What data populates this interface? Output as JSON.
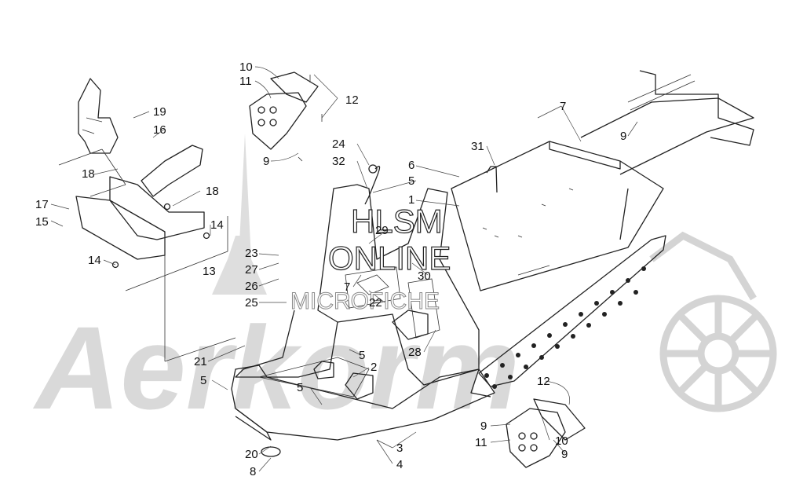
{
  "watermarks": {
    "logo": "Aerkorm",
    "hlsm": "HLSM",
    "online": "ONLINE",
    "microfiche": "MICROFICHE"
  },
  "callouts": [
    {
      "id": "c10a",
      "text": "10"
    },
    {
      "id": "c11a",
      "text": "11"
    },
    {
      "id": "c12a",
      "text": "12"
    },
    {
      "id": "c9a",
      "text": "9"
    },
    {
      "id": "c19",
      "text": "19"
    },
    {
      "id": "c16",
      "text": "16"
    },
    {
      "id": "c18a",
      "text": "18"
    },
    {
      "id": "c18b",
      "text": "18"
    },
    {
      "id": "c17",
      "text": "17"
    },
    {
      "id": "c15",
      "text": "15"
    },
    {
      "id": "c14a",
      "text": "14"
    },
    {
      "id": "c14b",
      "text": "14"
    },
    {
      "id": "c13",
      "text": "13"
    },
    {
      "id": "c24",
      "text": "24"
    },
    {
      "id": "c32",
      "text": "32"
    },
    {
      "id": "c6",
      "text": "6"
    },
    {
      "id": "c5a",
      "text": "5"
    },
    {
      "id": "c1",
      "text": "1"
    },
    {
      "id": "c31",
      "text": "31"
    },
    {
      "id": "c7a",
      "text": "7"
    },
    {
      "id": "c9b",
      "text": "9"
    },
    {
      "id": "c23",
      "text": "23"
    },
    {
      "id": "c27",
      "text": "27"
    },
    {
      "id": "c26",
      "text": "26"
    },
    {
      "id": "c25",
      "text": "25"
    },
    {
      "id": "c29",
      "text": "29"
    },
    {
      "id": "c30",
      "text": "30"
    },
    {
      "id": "c7b",
      "text": "7"
    },
    {
      "id": "c22",
      "text": "22"
    },
    {
      "id": "c28",
      "text": "28"
    },
    {
      "id": "c5b",
      "text": "5"
    },
    {
      "id": "c2",
      "text": "2"
    },
    {
      "id": "c21",
      "text": "21"
    },
    {
      "id": "c5c",
      "text": "5"
    },
    {
      "id": "c5d",
      "text": "5"
    },
    {
      "id": "c20",
      "text": "20"
    },
    {
      "id": "c8",
      "text": "8"
    },
    {
      "id": "c3",
      "text": "3"
    },
    {
      "id": "c4",
      "text": "4"
    },
    {
      "id": "c12b",
      "text": "12"
    },
    {
      "id": "c9c",
      "text": "9"
    },
    {
      "id": "c10b",
      "text": "10"
    },
    {
      "id": "c11b",
      "text": "11"
    },
    {
      "id": "c9d",
      "text": "9"
    }
  ]
}
